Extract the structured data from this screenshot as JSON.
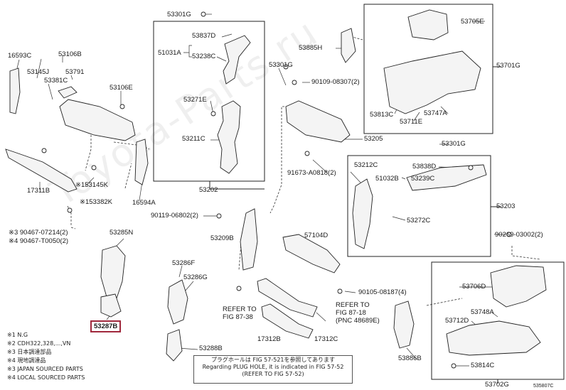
{
  "watermark": "Toyota-Parts.ru",
  "diagram_code": "535807C",
  "labels": {
    "53301G_a": "53301G",
    "53837D": "53837D",
    "51031A": "51031A",
    "53238C": "53238C",
    "53271E": "53271E",
    "53211C": "53211C",
    "53202": "53202",
    "16593C": "16593C",
    "53106B": "53106B",
    "53145J": "53145J",
    "53791": "53791",
    "53381C": "53381C",
    "53106E": "53106E",
    "17311B": "17311B",
    "53145K": "※153145K",
    "53382K": "※153382K",
    "16594A": "16594A",
    "53301G_b": "53301G",
    "9010908307": "90109-08307(2)",
    "53885H": "53885H",
    "53705E": "53705E",
    "53701G": "53701G",
    "53813C": "53813C",
    "53711E": "53711E",
    "53747A": "53747A",
    "53205": "53205",
    "53301G_c": "53301G",
    "53212C": "53212C",
    "53838D": "53838D",
    "51032B": "51032B",
    "53239C": "53239C",
    "91673A0818": "91673-A0818(2)",
    "53203": "53203",
    "53272C": "53272C",
    "9011906802": "90119-06802(2)",
    "53209B": "53209B",
    "57104D": "57104D",
    "9026903002": "90269-03002(2)",
    "9046707214": "※3  90467-07214(2)",
    "90467T0050": "※4  90467-T0050(2)",
    "53285N": "53285N",
    "53286F": "53286F",
    "53286G": "53286G",
    "53287B": "53287B",
    "53288B": "53288B",
    "9010508187": "90105-08187(4)",
    "refer_fig_87": "REFER TO\nFIG 87-38",
    "refer_fig_18": "REFER TO\nFIG 87-18\n(PNC 48689E)",
    "17312B": "17312B",
    "17312C": "17312C",
    "53706D": "53706D",
    "53712D": "53712D",
    "53748A": "53748A",
    "53886B": "53886B",
    "53814C": "53814C",
    "53702G": "53702G"
  },
  "footnotes": [
    "※1  N.G",
    "※2  CDH322,328,...,VN",
    "※3  日本調達部品",
    "※4  現地調達品",
    "※3  JAPAN SOURCED PARTS",
    "※4  LOCAL SOURCED PARTS"
  ],
  "note_box": {
    "line1": "プラグホールは FIG 57-521を参照してあります",
    "line2": "Regarding PLUG HOLE, it is indicated in FIG 57-52",
    "line3": "(REFER TO FIG 57-52)"
  }
}
